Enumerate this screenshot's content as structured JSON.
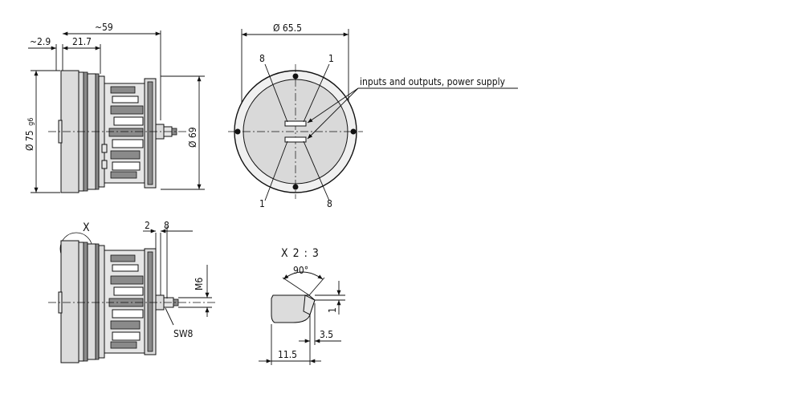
{
  "side_view": {
    "dim_approx_total": "~59",
    "dim_flange": "~2.9",
    "dim_housing": "21.7",
    "dim_outer_diameter": "Ø 75",
    "dim_outer_diameter_tol": "g6",
    "dim_inner_diameter": "Ø 69"
  },
  "front_view": {
    "dim_diameter": "Ø 65.5",
    "pin_top_left": "8",
    "pin_top_right": "1",
    "pin_bottom_left": "1",
    "pin_bottom_right": "8",
    "callout": "inputs and outputs, power supply"
  },
  "lower_view": {
    "detail_label": "X",
    "dim_a": "2",
    "dim_b": "8",
    "thread": "M6",
    "wrench": "SW8"
  },
  "detail_view": {
    "title": "X 2 : 3",
    "angle": "90°",
    "dim_height": "1",
    "dim_offset": "3.5",
    "dim_length": "11.5"
  },
  "colors": {
    "line": "#111111",
    "body_fill": "#dcdcdc",
    "dark_fill": "#8a8a8a",
    "background": "#ffffff"
  }
}
